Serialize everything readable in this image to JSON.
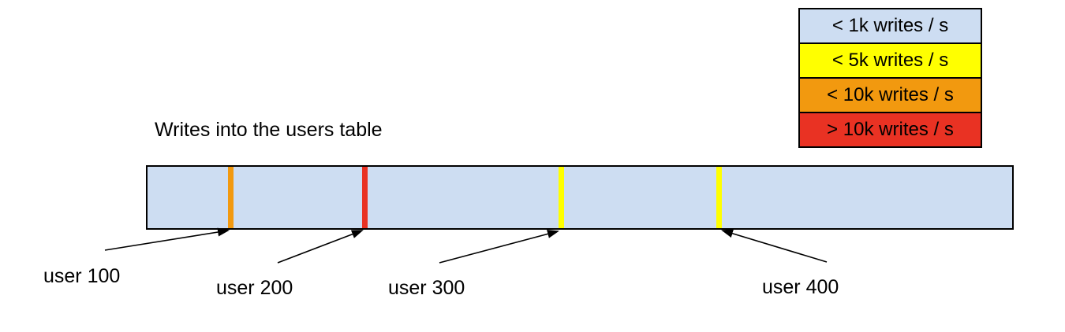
{
  "title": "Writes into the users table",
  "legend": {
    "items": [
      {
        "label": "< 1k writes / s",
        "color": "#cdddf2"
      },
      {
        "label": "< 5k writes / s",
        "color": "#ffff00"
      },
      {
        "label": "< 10k writes / s",
        "color": "#f2990f"
      },
      {
        "label": "> 10k writes / s",
        "color": "#e93223"
      }
    ]
  },
  "diagram": {
    "bar_fill": "#cdddf2",
    "border_color": "#000000",
    "markers": [
      {
        "label": "user 100",
        "stripe_color": "#f2990f"
      },
      {
        "label": "user 200",
        "stripe_color": "#e93223"
      },
      {
        "label": "user 300",
        "stripe_color": "#ffff00"
      },
      {
        "label": "user 400",
        "stripe_color": "#ffff00"
      }
    ]
  }
}
